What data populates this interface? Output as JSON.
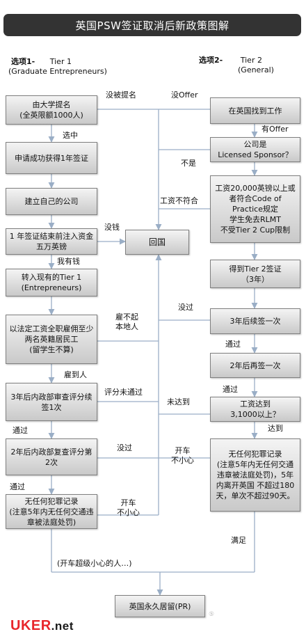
{
  "title": "英国PSW签证取消后新政策图解",
  "left_header": {
    "option": "选项1-",
    "tier": "Tier 1",
    "sub": "(Graduate Entrepreneurs)"
  },
  "right_header": {
    "option": "选项2-",
    "tier": "Tier 2",
    "sub": "(General)"
  },
  "boxes": {
    "nominated": "由大学提名\n(全英限额1000人)",
    "apply_visa": "申请成功获得1年签证",
    "own_company": "建立自己的公司",
    "inject_funds": "1 年签证结束前注入资金五万英镑",
    "switch_t1": "转入现有的Tier 1\n(Entrepreneurs)",
    "hire_local": "以法定工资全职雇佣至少两名英籍居民工\n(留学生不算)",
    "review1": "3年后内政部审查评分续签1次",
    "review2": "2年后内政部复查评分第2次",
    "no_crime_left": "无任何犯罪记录\n(注意5年内无任何交通违章被法庭处罚)",
    "return_home": "回国",
    "find_job": "在英国找到工作",
    "sponsor": "公司是\nLicensed Sponsor？",
    "salary": "工资20,000英镑以上或者符合Code of Practice规定\n学生免去RLMT\n不受Tier 2 Cup限制",
    "t2_visa": "得到Tier 2签证\n（3年）",
    "renew1": "3年后续签一次",
    "renew2": "2年后再签一次",
    "salary2": "工资达到\n3,1000以上？",
    "no_crime_right": "无任何犯罪记录\n(注意5年内无任何交通违章被法庭处罚)，5年内离开英国 不超过180天，单次不超过90天。",
    "pr": "英国永久居留(PR)"
  },
  "labels": {
    "not_nominated": "没被提名",
    "no_offer": "没Offer",
    "selected": "选中",
    "has_offer": "有Offer",
    "no_sponsor": "不是",
    "salary_fail": "工资不符合",
    "no_money": "没钱",
    "have_money": "我有钱",
    "cant_hire": "雇不起\n本地人",
    "not_passed_r": "没过",
    "hired": "雇到人",
    "passed_r1": "通过",
    "score_fail": "评分未通过",
    "not_reached": "未达到",
    "passed_r2": "通过",
    "reached": "达到",
    "passed_l1": "通过",
    "not_passed_l": "没过",
    "careless_r": "开车\n不小心",
    "passed_l2": "通过",
    "careless_l": "开车\n不小心",
    "careful": "(开车超级小心的人…)",
    "satisfied": "满足"
  },
  "logo": {
    "brand": "UKER",
    "suffix": ".net"
  },
  "watermark": "⑤"
}
